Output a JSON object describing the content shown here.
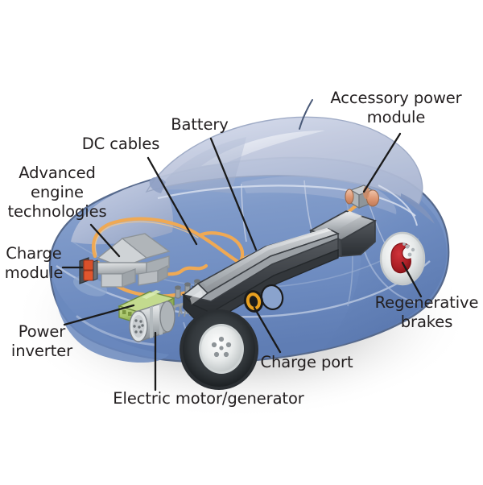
{
  "figure": {
    "kind": "technical-cutaway-illustration",
    "subject": "Electric vehicle powertrain cutaway",
    "background_color": "#ffffff",
    "label_text_color": "#231f20",
    "leader_line_color": "#1a1a1a"
  },
  "labels": [
    {
      "id": "accessory-power-module",
      "lines": [
        "Accessory power",
        "module"
      ],
      "text": "Accessory power\nmodule",
      "align": "center"
    },
    {
      "id": "battery",
      "lines": [
        "Battery"
      ],
      "text": "Battery",
      "align": "center"
    },
    {
      "id": "dc-cables",
      "lines": [
        "DC cables"
      ],
      "text": "DC cables",
      "align": "center"
    },
    {
      "id": "advanced-engine-technologies",
      "lines": [
        "Advanced",
        "engine",
        "technologies"
      ],
      "text": "Advanced\nengine\ntechnologies",
      "align": "center"
    },
    {
      "id": "charge-module",
      "lines": [
        "Charge",
        "module"
      ],
      "text": "Charge\nmodule",
      "align": "center"
    },
    {
      "id": "power-inverter",
      "lines": [
        "Power",
        "inverter"
      ],
      "text": "Power\ninverter",
      "align": "center"
    },
    {
      "id": "electric-motor-generator",
      "lines": [
        "Electric motor/generator"
      ],
      "text": "Electric motor/generator",
      "align": "center"
    },
    {
      "id": "charge-port",
      "lines": [
        "Charge port"
      ],
      "text": "Charge port",
      "align": "center"
    },
    {
      "id": "regenerative-brakes",
      "lines": [
        "Regenerative",
        "brakes"
      ],
      "text": "Regenerative\nbrakes",
      "align": "center"
    }
  ],
  "components": [
    {
      "id": "battery-pack",
      "name": "battery-pack",
      "color": "#3c4044",
      "highlight": "#c9ccd0",
      "shape": "t-shaped-prism"
    },
    {
      "id": "engine-block",
      "name": "advanced-engine",
      "color": "#b9bdc1",
      "shape": "house-prism"
    },
    {
      "id": "charge-module-part",
      "name": "charge-module",
      "color": "#d9502a",
      "shape": "small-block"
    },
    {
      "id": "power-inverter-part",
      "name": "power-inverter",
      "color": "#a7c36a",
      "shape": "green-box"
    },
    {
      "id": "electric-motor-part",
      "name": "electric-motor-generator",
      "color": "#c3c6c8",
      "shape": "cylinder-with-coils"
    },
    {
      "id": "charge-port-part",
      "name": "charge-port",
      "color": "#e8a020",
      "shape": "ring-with-flap"
    },
    {
      "id": "accessory-module-part",
      "name": "accessory-power-module",
      "color": "#e09878",
      "shape": "small-cylinder"
    },
    {
      "id": "regen-brake-part",
      "name": "regenerative-brake-caliper",
      "color": "#b01f26",
      "shape": "caliper-crescent"
    },
    {
      "id": "dc-cable-run",
      "name": "dc-cables",
      "color": "#efa954",
      "shape": "orange-routed-cable"
    }
  ],
  "vehicle": {
    "body_color": "#7e9acb",
    "body_color_dark": "#5f7bb0",
    "glass_color": "#b9c4dd",
    "roof_color": "#c3cbe0",
    "outline_color": "#6f7f9a",
    "tire_color": "#3f4448",
    "hub_color": "#e3e6e6",
    "shadow_color": "#d6d6d6",
    "wheels": 3,
    "view": "three-quarter-rear-ghosted"
  }
}
